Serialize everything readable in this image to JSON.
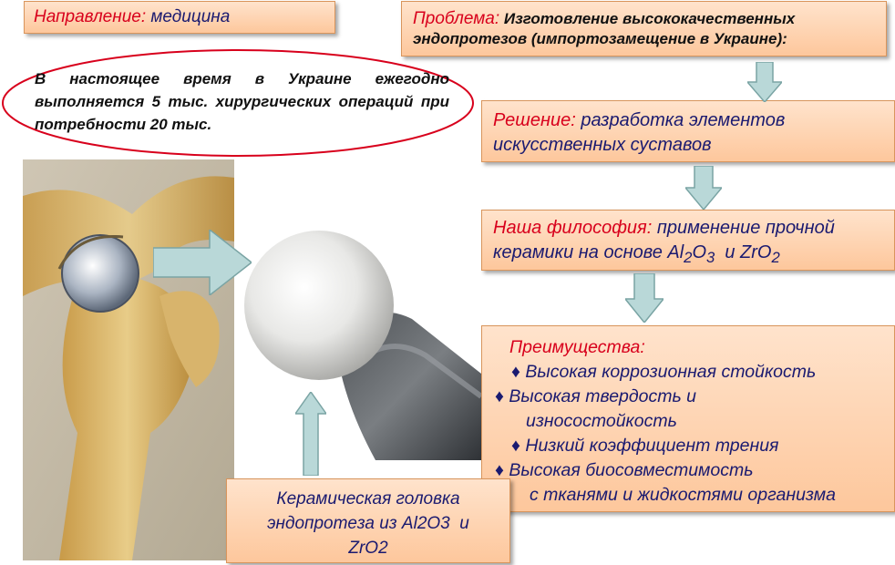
{
  "direction": {
    "label": "Направление:",
    "value": "медицина"
  },
  "problem": {
    "label": "Проблема:",
    "line1": "Изготовление высококачественных",
    "line2": "эндопротезов  (импортозамещение в Украине):"
  },
  "ellipse_text": "В настоящее время в Украине ежегодно выполняется 5 тыс. хирургических операций при потребности 20 тыс.",
  "solution": {
    "label": "Решение:",
    "value_part1": "разработка элементов",
    "value_part2": "искусственных  суставов"
  },
  "philosophy": {
    "label": "Наша философия:",
    "value_part1": "применение прочной",
    "value_part2": "керамики на основе Al",
    "sub1": "2",
    "mid1": "O",
    "sub2": "3",
    "mid2": "  и ZrO",
    "sub3": "2"
  },
  "advantages": {
    "title": "Преимущества:",
    "bullet": "♦",
    "items": [
      "Высокая коррозионная стойкость",
      "Высокая твердость и",
      "износостойкость",
      "Низкий коэффициент трения",
      "Высокая биосовместимость",
      "с тканями и жидкостями организма"
    ]
  },
  "caption": {
    "line1": "Керамическая головка",
    "line2": "эндопротеза из Al2O3  и",
    "line3": "ZrO2"
  },
  "icons": [
    "hip-joint-illustration",
    "ceramic-ball-head-photo",
    "arrow-down",
    "arrow-right",
    "arrow-up"
  ],
  "colors": {
    "box_fill": "#fdc79c",
    "label_red": "#d8001c",
    "text_blue": "#1a1a70",
    "arrow_fill": "#b9d8d8",
    "ellipse_stroke": "#d8001c"
  }
}
